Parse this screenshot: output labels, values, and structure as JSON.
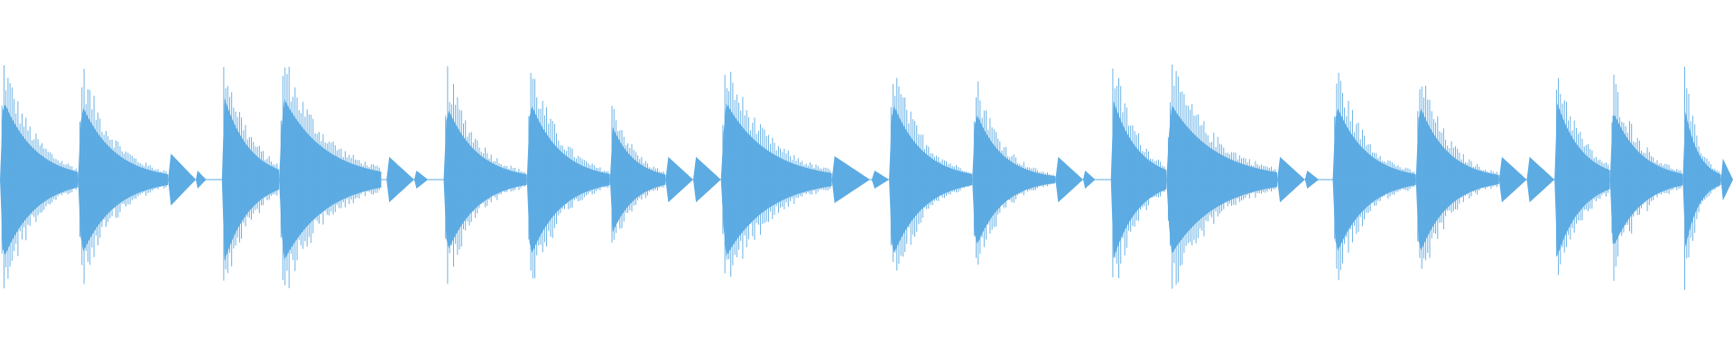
{
  "waveform": {
    "color": "#5dabe3",
    "background": "#ffffff",
    "phrases": [
      {
        "notes": [
          {
            "start": 0.0,
            "length": 0.045,
            "peak": 0.72,
            "sustain": 0.9
          },
          {
            "start": 0.045,
            "length": 0.052,
            "peak": 0.68,
            "sustain": 0.8
          },
          {
            "start": 0.097,
            "length": 0.016,
            "peak": 0.16,
            "sustain": 0.2
          },
          {
            "start": 0.113,
            "length": 0.006,
            "peak": 0.06,
            "sustain": 0.1
          }
        ]
      },
      {
        "notes": [
          {
            "start": 0.128,
            "length": 0.033,
            "peak": 0.74,
            "sustain": 1.0
          },
          {
            "start": 0.161,
            "length": 0.059,
            "peak": 0.74,
            "sustain": 0.9
          },
          {
            "start": 0.223,
            "length": 0.016,
            "peak": 0.14,
            "sustain": 0.2
          },
          {
            "start": 0.239,
            "length": 0.008,
            "peak": 0.06,
            "sustain": 0.1
          }
        ]
      },
      {
        "notes": [
          {
            "start": 0.256,
            "length": 0.048,
            "peak": 0.66,
            "sustain": 0.8
          },
          {
            "start": 0.304,
            "length": 0.048,
            "peak": 0.7,
            "sustain": 0.8
          },
          {
            "start": 0.352,
            "length": 0.032,
            "peak": 0.48,
            "sustain": 0.9
          },
          {
            "start": 0.384,
            "length": 0.016,
            "peak": 0.14,
            "sustain": 0.2
          },
          {
            "start": 0.4,
            "length": 0.016,
            "peak": 0.14,
            "sustain": 0.2
          }
        ]
      },
      {
        "notes": [
          {
            "start": 0.416,
            "length": 0.064,
            "peak": 0.7,
            "sustain": 0.85
          },
          {
            "start": 0.48,
            "length": 0.022,
            "peak": 0.14,
            "sustain": 0.2
          },
          {
            "start": 0.503,
            "length": 0.01,
            "peak": 0.06,
            "sustain": 0.1
          }
        ]
      },
      {
        "notes": [
          {
            "start": 0.513,
            "length": 0.048,
            "peak": 0.7,
            "sustain": 0.8
          },
          {
            "start": 0.561,
            "length": 0.048,
            "peak": 0.62,
            "sustain": 0.7
          },
          {
            "start": 0.609,
            "length": 0.016,
            "peak": 0.14,
            "sustain": 0.2
          },
          {
            "start": 0.625,
            "length": 0.007,
            "peak": 0.06,
            "sustain": 0.1
          }
        ]
      },
      {
        "notes": [
          {
            "start": 0.641,
            "length": 0.032,
            "peak": 0.72,
            "sustain": 1.0
          },
          {
            "start": 0.673,
            "length": 0.064,
            "peak": 0.68,
            "sustain": 0.9
          },
          {
            "start": 0.737,
            "length": 0.016,
            "peak": 0.14,
            "sustain": 0.2
          },
          {
            "start": 0.753,
            "length": 0.008,
            "peak": 0.06,
            "sustain": 0.1
          }
        ]
      },
      {
        "notes": [
          {
            "start": 0.769,
            "length": 0.048,
            "peak": 0.68,
            "sustain": 0.8
          },
          {
            "start": 0.817,
            "length": 0.048,
            "peak": 0.68,
            "sustain": 0.75
          },
          {
            "start": 0.865,
            "length": 0.016,
            "peak": 0.14,
            "sustain": 0.2
          },
          {
            "start": 0.881,
            "length": 0.016,
            "peak": 0.14,
            "sustain": 0.2
          }
        ]
      },
      {
        "notes": [
          {
            "start": 0.897,
            "length": 0.032,
            "peak": 0.7,
            "sustain": 1.0
          },
          {
            "start": 0.929,
            "length": 0.042,
            "peak": 0.62,
            "sustain": 0.85
          },
          {
            "start": 0.971,
            "length": 0.022,
            "peak": 0.66,
            "sustain": 0.8
          },
          {
            "start": 0.993,
            "length": 0.007,
            "peak": 0.14,
            "sustain": 0.2
          }
        ]
      }
    ]
  }
}
